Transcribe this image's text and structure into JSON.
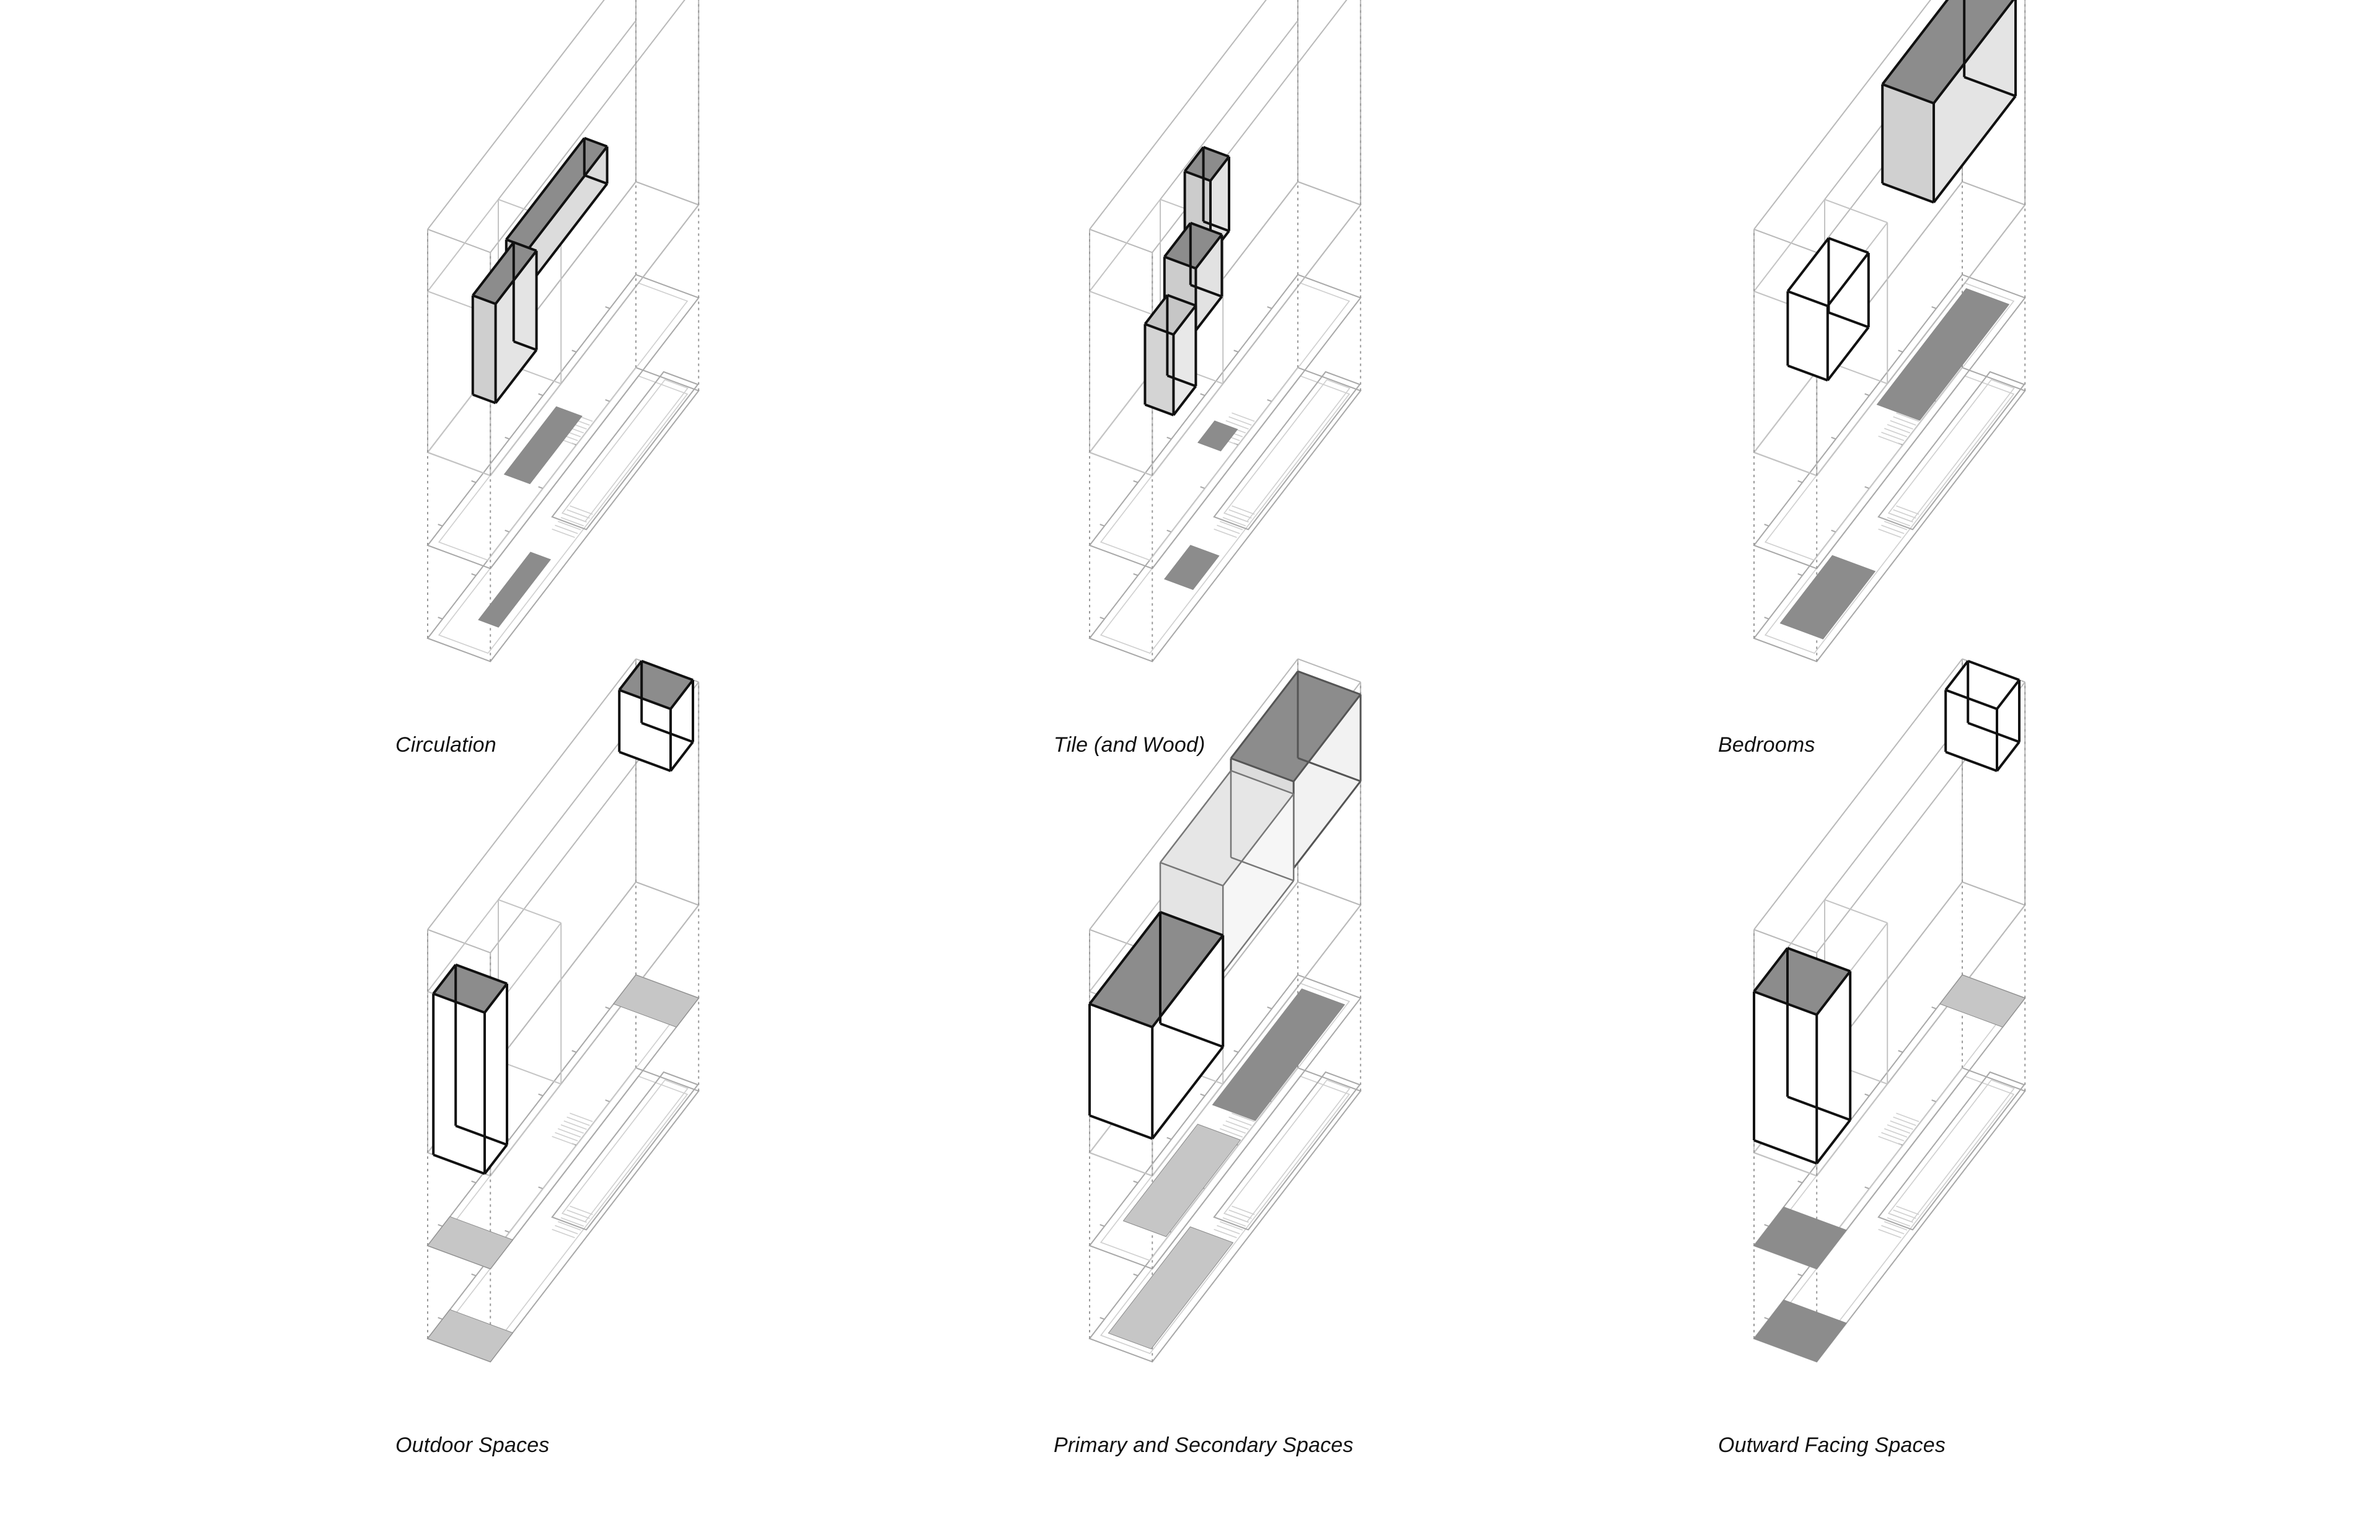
{
  "panels": [
    {
      "caption": "Circulation",
      "highlight": "circulation"
    },
    {
      "caption": "Tile (and Wood)",
      "highlight": "tile"
    },
    {
      "caption": "Bedrooms",
      "highlight": "bedrooms"
    },
    {
      "caption": "Outdoor Spaces",
      "highlight": "outdoor"
    },
    {
      "caption": "Primary and Secondary Spaces",
      "highlight": "primary"
    },
    {
      "caption": "Outward Facing Spaces",
      "highlight": "outward"
    }
  ],
  "colors": {
    "background": "#ffffff",
    "wireframe": "#b9b9b9",
    "highlight_stroke": "#111111",
    "highlight_fill_dark": "#8c8c8c",
    "highlight_fill_mid": "#c6c6c6",
    "highlight_fill_light": "#e6e6e6",
    "caption_text": "#111111"
  }
}
